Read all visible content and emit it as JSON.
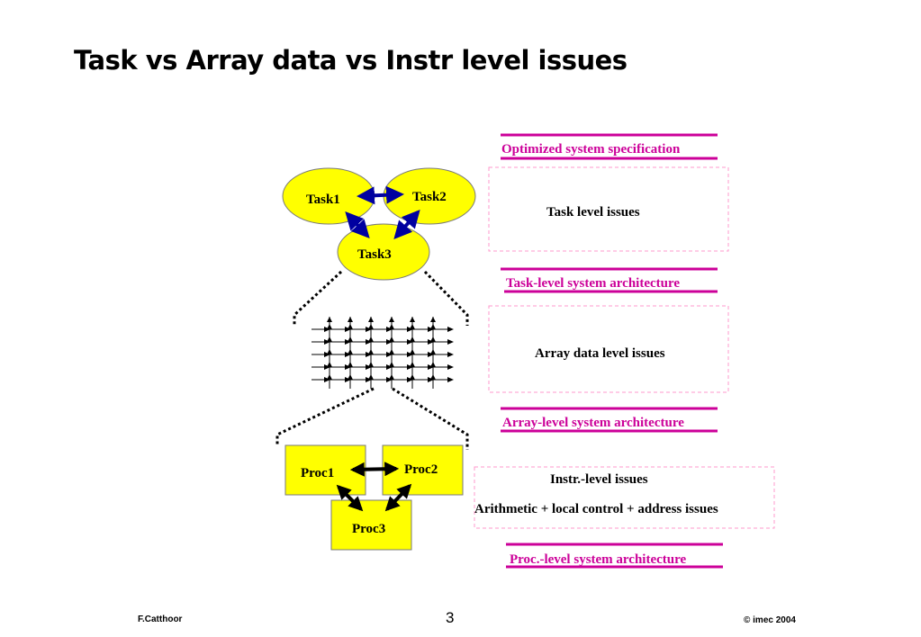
{
  "slide": {
    "title": "Task vs Array data vs Instr level issues",
    "footer_left": "F.Catthoor",
    "page_number": "3",
    "footer_right": "© imec 2004"
  },
  "tasks": {
    "task1": "Task1",
    "task2": "Task2",
    "task3": "Task3"
  },
  "procs": {
    "proc1": "Proc1",
    "proc2": "Proc2",
    "proc3": "Proc3"
  },
  "levels": {
    "spec_label": "Optimized system specification",
    "task_issues": "Task level issues",
    "task_arch": "Task-level system architecture",
    "array_issues": "Array data level issues",
    "array_arch": "Array-level system architecture",
    "instr_issues": "Instr.-level issues",
    "instr_detail": "Arithmetic + local control + address issues",
    "proc_arch": "Proc.-level system architecture"
  },
  "colors": {
    "task_fill": "#ffff00",
    "proc_fill": "#ffff00",
    "arrow_blue": "#0000a0",
    "accent_magenta": "#cc0099",
    "dash_pink": "#ff99cc"
  }
}
